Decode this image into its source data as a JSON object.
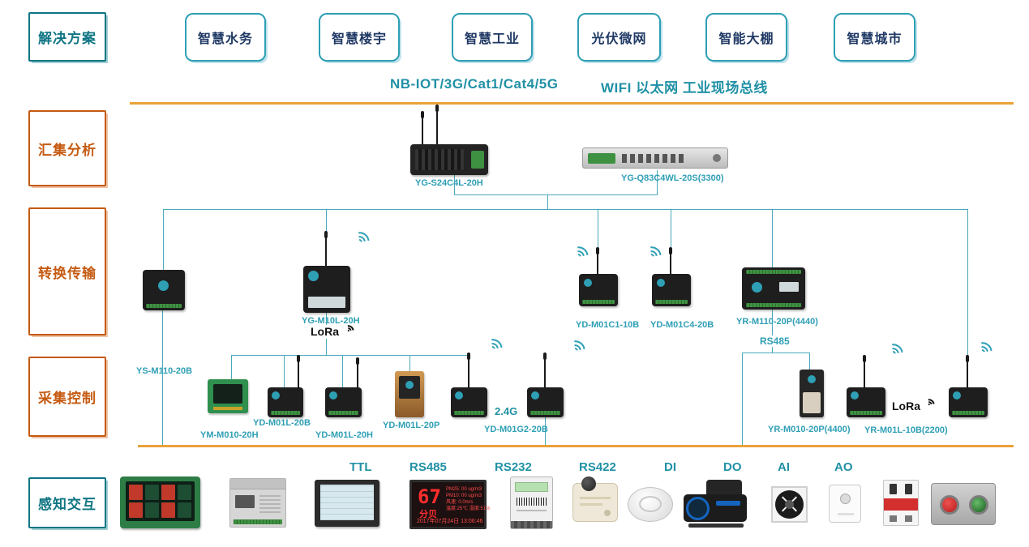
{
  "sidebar": {
    "items": [
      {
        "label": "解决方案"
      },
      {
        "label": "汇集分析"
      },
      {
        "label": "转换传输"
      },
      {
        "label": "采集控制"
      },
      {
        "label": "感知交互"
      }
    ]
  },
  "solutions": [
    {
      "label": "智慧水务"
    },
    {
      "label": "智慧楼宇"
    },
    {
      "label": "智慧工业"
    },
    {
      "label": "光伏微网"
    },
    {
      "label": "智能大棚"
    },
    {
      "label": "智慧城市"
    }
  ],
  "network": {
    "cellular": "NB-IOT/3G/Cat1/Cat4/5G",
    "local": "WIFI  以太网  工业现场总线"
  },
  "gateways": {
    "router": "YG-S24C4L-20H",
    "rack": "YG-Q83C4WL-20S(3300)"
  },
  "transmission": {
    "ys_m110": "YS-M110-20B",
    "yg_m10l": "YG-M10L-20H",
    "lora": "LoRa",
    "yd_c1": "YD-M01C1-10B",
    "yd_c4": "YD-M01C4-20B",
    "yr_m110": "YR-M110-20P(4440)",
    "rs485": "RS485"
  },
  "acquisition": {
    "ym_m010": "YM-M010-20H",
    "yd_l20b": "YD-M01L-20B",
    "yd_l20h": "YD-M01L-20H",
    "yd_l20p": "YD-M01L-20P",
    "yd_g2": "YD-M01G2-20B",
    "band": "2.4G",
    "yr_m010": "YR-M010-20P(4400)",
    "yr_l10b": "YR-M01L-10B(2200)",
    "lora": "LoRa"
  },
  "interfaces": [
    {
      "label": "TTL"
    },
    {
      "label": "RS485"
    },
    {
      "label": "RS232"
    },
    {
      "label": "RS422"
    },
    {
      "label": "DI"
    },
    {
      "label": "DO"
    },
    {
      "label": "AI"
    },
    {
      "label": "AO"
    }
  ],
  "led_display": {
    "value": "67",
    "unit": "分贝",
    "lines": [
      "PM25: 00 ug/m3",
      "PM10: 00 ug/m3",
      "风速: 0.0m/s",
      "温度:25℃ 湿度:51%"
    ],
    "date": "2017年07月24日 13:06:46"
  },
  "icons": {
    "wifi": "wifi-signal-icon",
    "antenna": "antenna-icon",
    "lora": "lora-signal-icon"
  },
  "colors": {
    "teal": "#2e9fb5",
    "navy": "#1f3864",
    "orange": "#c55a11",
    "line_gold": "#eaa239"
  }
}
